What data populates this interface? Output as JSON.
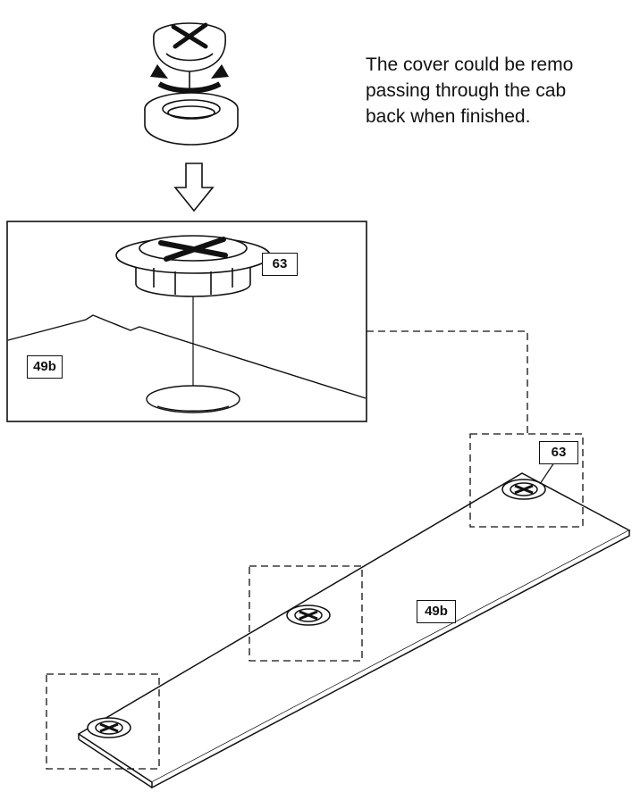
{
  "caption": {
    "line1": "The cover could be remo",
    "line2": "passing through the cab",
    "line3": "back when finished."
  },
  "labels": {
    "inset_part": "63",
    "inset_board": "49b",
    "board_part": "63",
    "board": "49b"
  }
}
